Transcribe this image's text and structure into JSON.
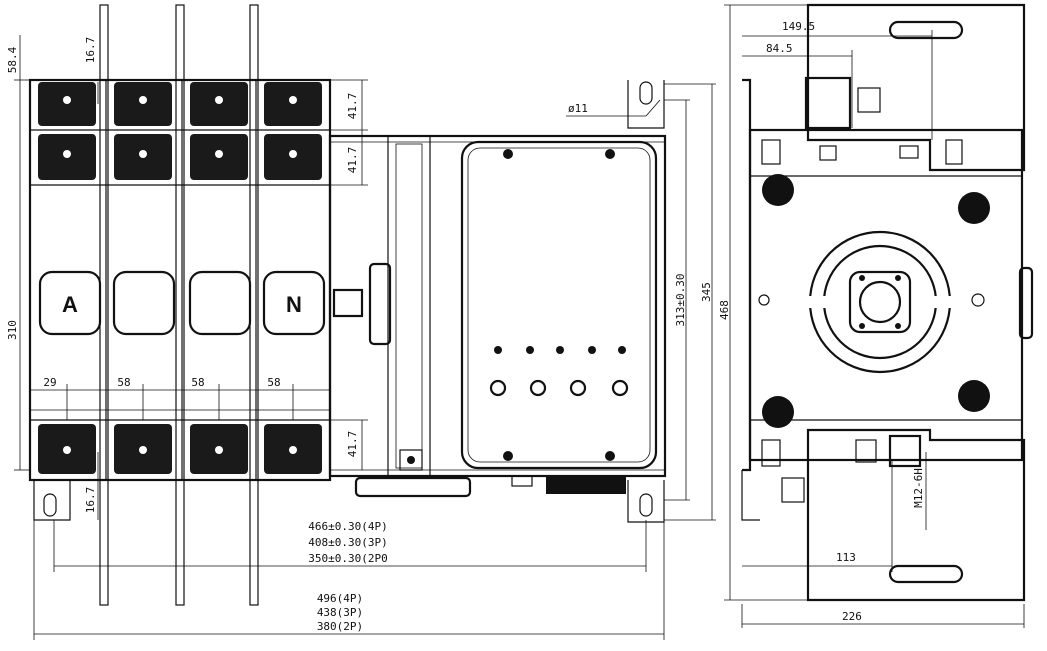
{
  "front_view": {
    "dims_vertical_left": {
      "d58": "58.4",
      "d310": "310"
    },
    "dims_pitch_top": "16.7",
    "dims_pitch_bottom": "16.7",
    "dims_right_terminals": [
      "41.7",
      "41.7",
      "41.7"
    ],
    "pole_labels": [
      "A",
      "",
      "",
      "N"
    ],
    "spacing_labels": [
      "29",
      "58",
      "58",
      "58"
    ],
    "hole_label": "ø11",
    "dims_right_vertical": {
      "d313": "313±0.30",
      "d345": "345",
      "d468": "468"
    },
    "mount_widths": [
      "466±0.30(4P)",
      "408±0.30(3P)",
      "350±0.30(2P0"
    ],
    "overall_widths": [
      "496(4P)",
      "438(3P)",
      "380(2P)"
    ]
  },
  "side_view": {
    "d149": "149.5",
    "d84": "84.5",
    "d113": "113",
    "d226": "226",
    "bolt_label": "M12-6H"
  }
}
